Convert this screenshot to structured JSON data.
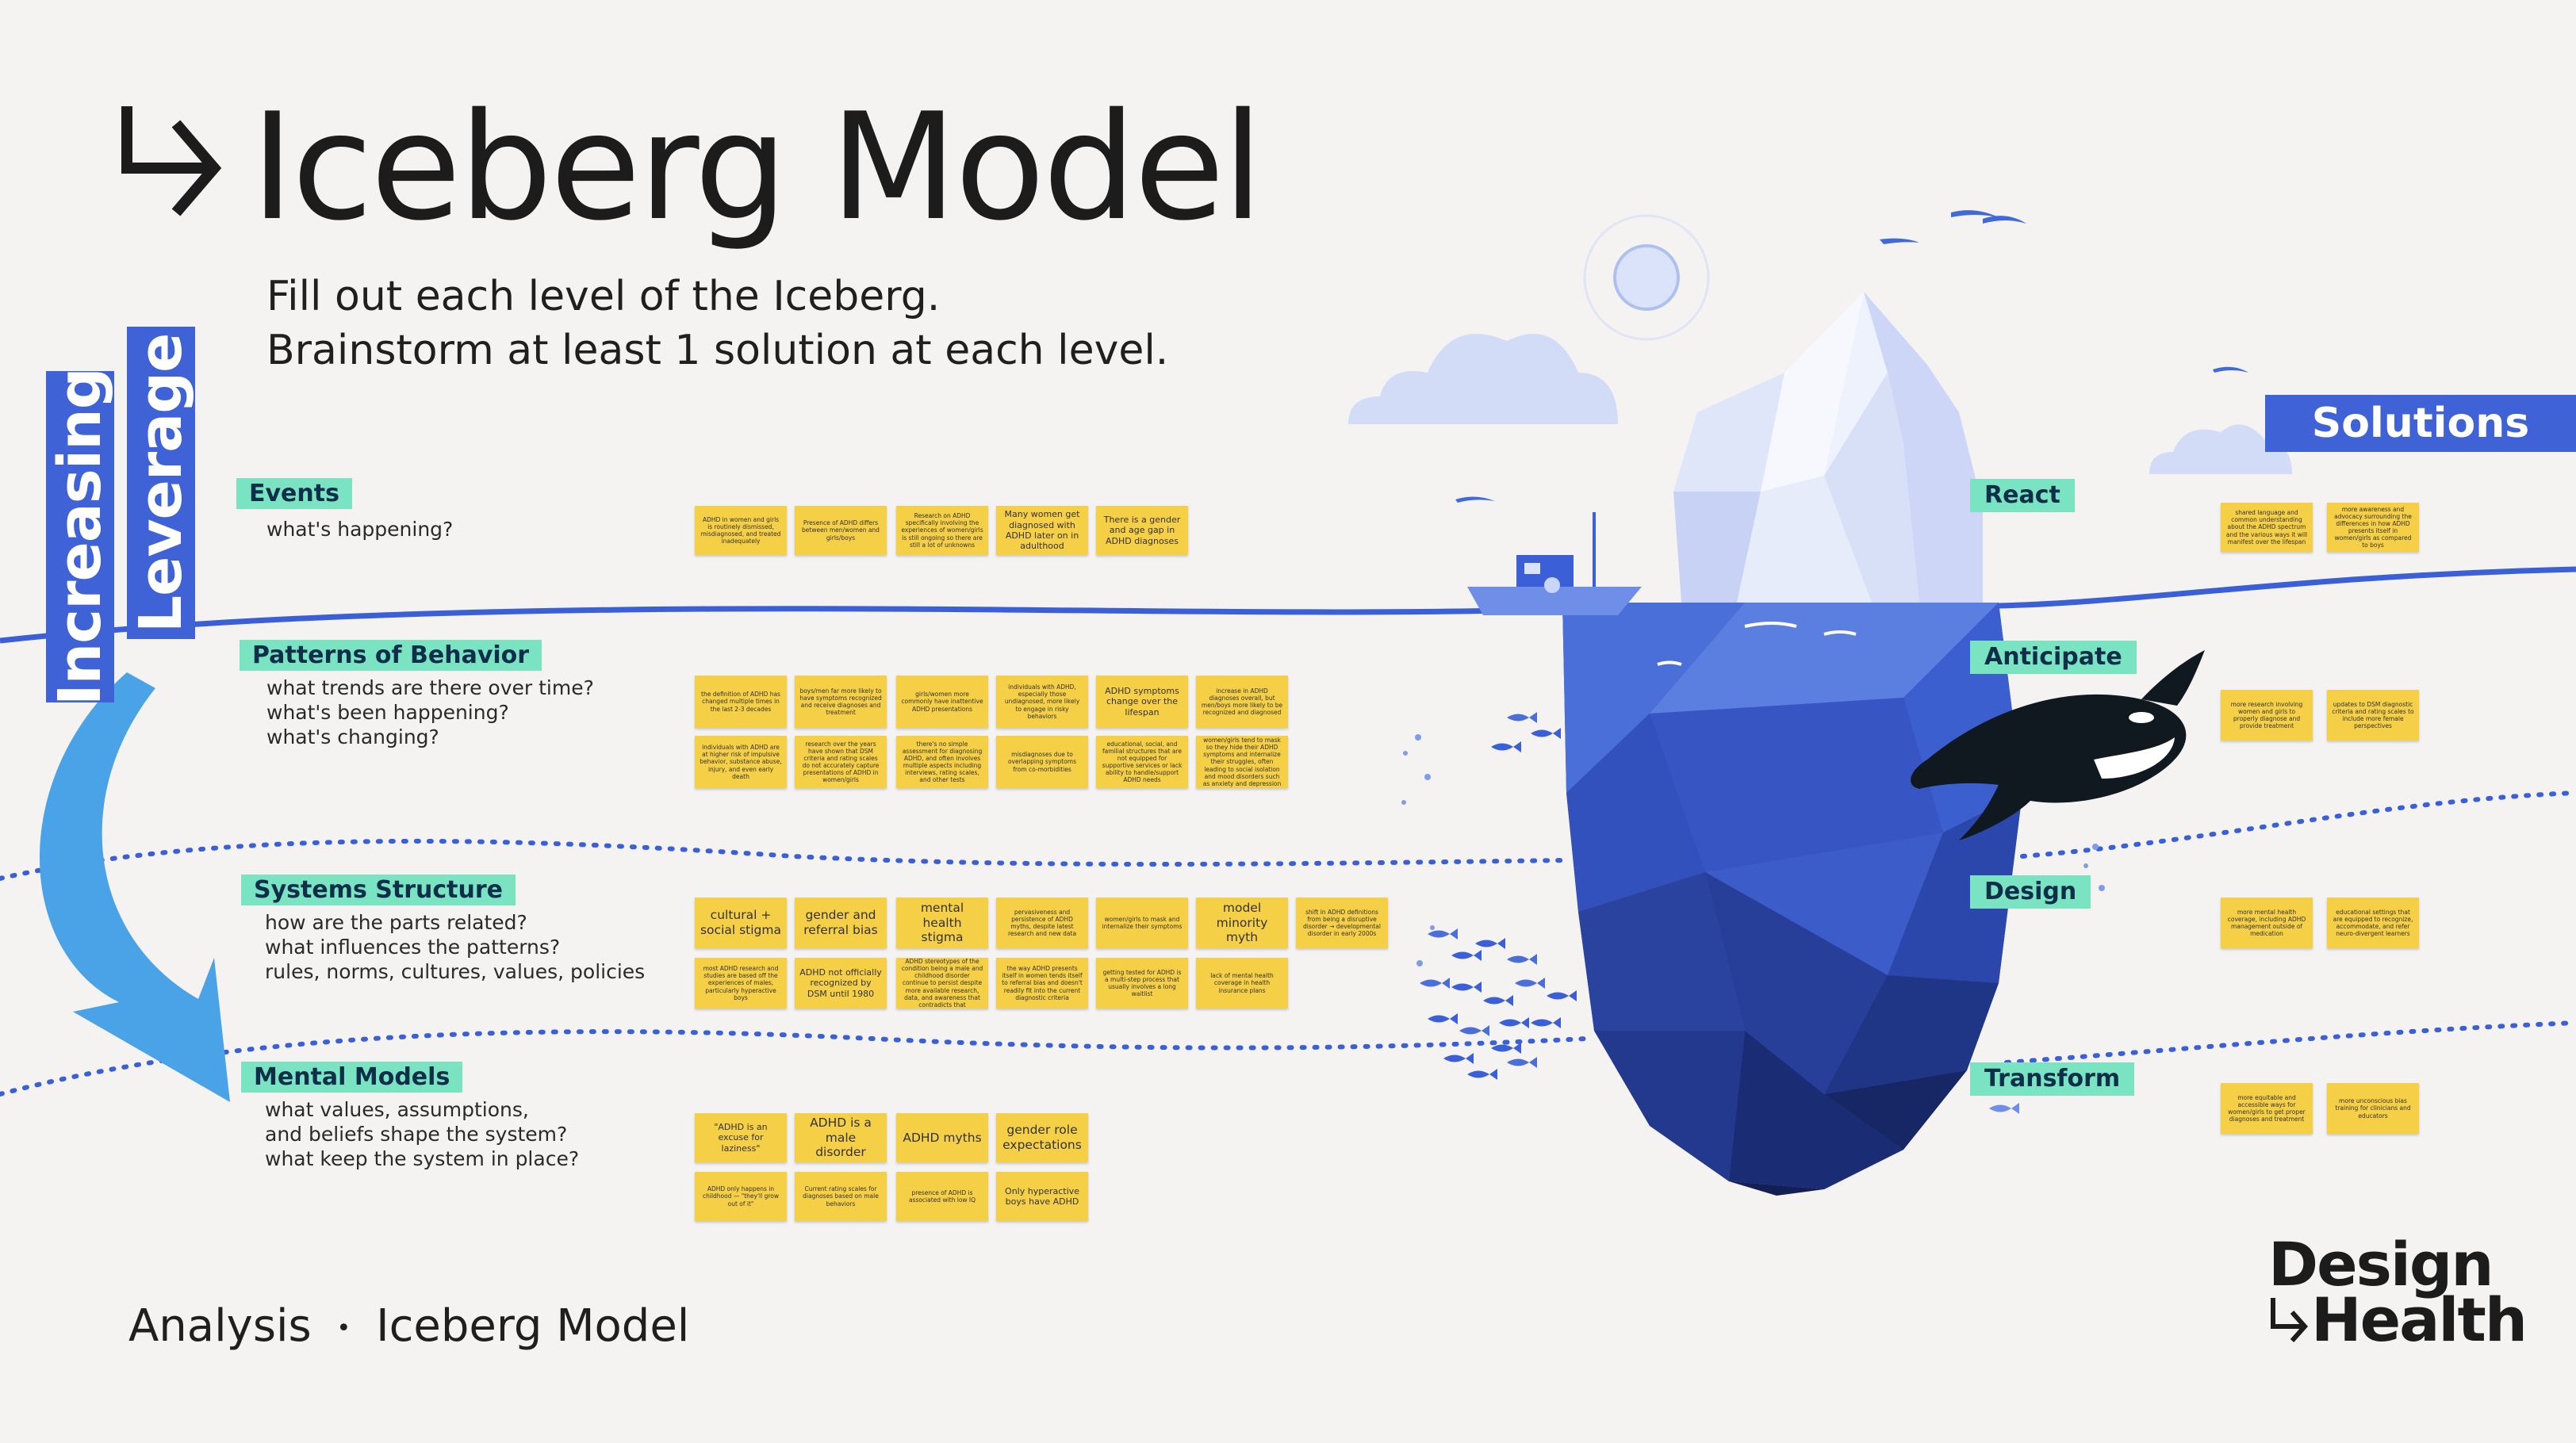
{
  "header": {
    "title": "Iceberg Model",
    "subtitle_line1": "Fill out each level of the Iceberg.",
    "subtitle_line2": "Brainstorm at least 1 solution at each level."
  },
  "leverage": {
    "word1": "Increasing",
    "word2": "Leverage"
  },
  "levels": [
    {
      "label": "Events",
      "questions": [
        "what's happening?"
      ]
    },
    {
      "label": "Patterns of Behavior",
      "questions": [
        "what trends are there over time?",
        "what's been happening?",
        "what's changing?"
      ]
    },
    {
      "label": "Systems Structure",
      "questions": [
        "how are the parts related?",
        "what influences the patterns?",
        "rules, norms, cultures, values, policies"
      ]
    },
    {
      "label": "Mental Models",
      "questions": [
        "what values, assumptions,",
        "and beliefs shape the system?",
        "what keep the system in place?"
      ]
    }
  ],
  "notes": {
    "events": [
      "ADHD in women and girls is routinely dismissed, misdiagnosed, and treated inadequately",
      "Presence of ADHD differs between men/women and girls/boys",
      "Research on ADHD specifically involving the experiences of women/girls is still ongoing so there are still a lot of unknowns",
      "Many women get diagnosed with ADHD later on in adulthood",
      "There is a gender and age gap in ADHD diagnoses"
    ],
    "patterns_row1": [
      "the definition of ADHD has changed multiple times in the last 2-3 decades",
      "boys/men far more likely to have symptoms recognized and receive diagnoses and treatment",
      "girls/women more commonly have inattentive ADHD presentations",
      "individuals with ADHD, especially those undiagnosed, more likely to engage in risky behaviors",
      "ADHD symptoms change over the lifespan",
      "increase in ADHD diagnoses overall, but men/boys more likely to be recognized and diagnosed"
    ],
    "patterns_row2": [
      "individuals with ADHD are at higher risk of impulsive behavior, substance abuse, injury, and even early death",
      "research over the years have shown that DSM criteria and rating scales do not accurately capture presentations of ADHD in women/girls",
      "there's no simple assessment for diagnosing ADHD, and often involves multiple aspects including interviews, rating scales, and other tests",
      "misdiagnoses due to overlapping symptoms from co-morbidities",
      "educational, social, and familial structures that are not equipped for supportive services or lack ability to handle/support ADHD needs",
      "women/girls tend to mask so they hide their ADHD symptoms and internalize their struggles, often leading to social isolation and mood disorders such as anxiety and depression"
    ],
    "systems_row1": [
      "cultural + social stigma",
      "gender and referral bias",
      "mental health stigma",
      "pervasiveness and persistence of ADHD myths, despite latest research and new data",
      "women/girls to mask and internalize their symptoms",
      "model minority myth",
      "shift in ADHD definitions from being a disruptive disorder → developmental disorder in early 2000s"
    ],
    "systems_row2": [
      "most ADHD research and studies are based off the experiences of males, particularly hyperactive boys",
      "ADHD not officially recognized by DSM until 1980",
      "ADHD stereotypes of the condition being a male and childhood disorder continue to persist despite more available research, data, and awareness that contradicts that",
      "the way ADHD presents itself in women tends itself to referral bias and doesn't readily fit into the current diagnostic criteria",
      "getting tested for ADHD is a multi-step process that usually involves a long waitlist",
      "lack of mental health coverage in health insurance plans"
    ],
    "mental_row1": [
      "\"ADHD is an excuse for laziness\"",
      "ADHD is a male disorder",
      "ADHD myths",
      "gender role expectations"
    ],
    "mental_row2": [
      "ADHD only happens in childhood — \"they'll grow out of it\"",
      "Current rating scales for diagnoses based on male behaviors",
      "presence of ADHD is associated with low IQ",
      "Only hyperactive boys have ADHD"
    ]
  },
  "solutions": {
    "heading": "Solutions",
    "levels": [
      {
        "label": "React",
        "notes": [
          "shared language and common understanding about the ADHD spectrum and the various ways it will manifest over the lifespan",
          "more awareness and advocacy surrounding the differences in how ADHD presents itself in women/girls as compared to boys"
        ]
      },
      {
        "label": "Anticipate",
        "notes": [
          "more research involving women and girls to properly diagnose and provide treatment",
          "updates to DSM diagnostic criteria and rating scales to include more female perspectives"
        ]
      },
      {
        "label": "Design",
        "notes": [
          "more mental health coverage, including ADHD management outside of medication",
          "educational settings that are equipped to recognize, accommodate, and refer neuro-divergent learners"
        ]
      },
      {
        "label": "Transform",
        "notes": [
          "more equitable and accessible ways for women/girls to get proper diagnoses and treatment",
          "more unconscious bias training for clinicians and educators"
        ]
      }
    ]
  },
  "footer": {
    "section": "Analysis",
    "separator": "•",
    "page": "Iceberg Model"
  },
  "brand": {
    "line1": "Design",
    "line2": "Health"
  },
  "colors": {
    "background": "#f4f3f1",
    "accent_blue": "#3f62d6",
    "label_teal": "#7ae3c2",
    "sticky_note": "#f5cf46",
    "water_line": "#3b5fd6",
    "arrow": "#4aa3e6"
  }
}
